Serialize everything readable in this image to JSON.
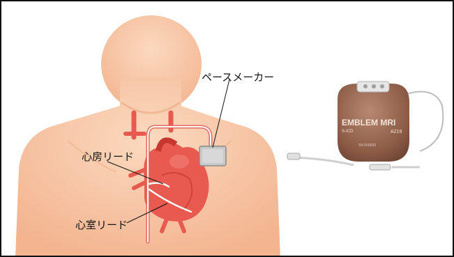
{
  "labels": {
    "pacemaker": "ペースメーカー",
    "atrial_lead": "心房リード",
    "ventricular_lead": "心室リード"
  },
  "device": {
    "brand_line1": "EMBLEM MRI",
    "brand_line2": "S-ICD",
    "model": "A219",
    "serial": "SN 000000"
  },
  "colors": {
    "skin": "#f9c9a8",
    "skin_shadow": "#f2b08a",
    "heart": "#e85a50",
    "heart_dark": "#c8372f",
    "device_body": "#9a6a55",
    "pacemaker_box": "#c9c9c9"
  }
}
